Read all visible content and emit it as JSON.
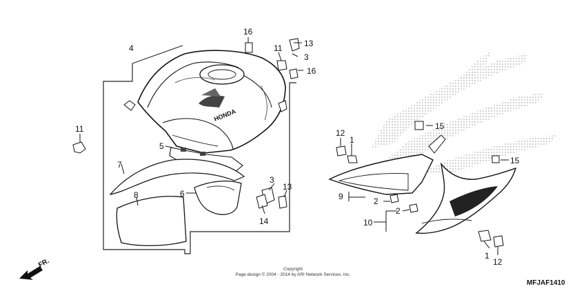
{
  "diagram": {
    "callouts": {
      "c4": "4",
      "c16a": "16",
      "c11a": "11",
      "c13a": "13",
      "c3a": "3",
      "c16b": "16",
      "c11b": "11",
      "c5": "5",
      "c7": "7",
      "c6": "6",
      "c8": "8",
      "c3b": "3",
      "c13b": "13",
      "c14": "14",
      "c12a": "12",
      "c1a": "1",
      "c15a": "15",
      "c15b": "15",
      "c9": "9",
      "c2a": "2",
      "c2b": "2",
      "c10": "10",
      "c1b": "1",
      "c12b": "12"
    },
    "tank_emblem": "HONDA",
    "direction_label": "FR.",
    "copyright_line1": "Copyright",
    "copyright_line2": "Page design © 2004 - 2014 by ARI Network Services, Inc.",
    "diagram_code": "MFJAF1410"
  }
}
